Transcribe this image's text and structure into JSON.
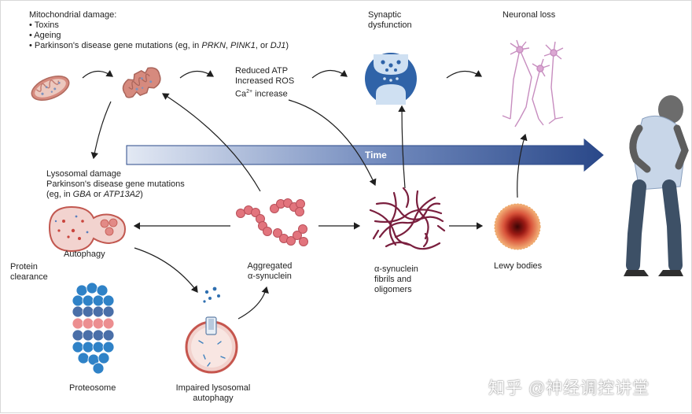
{
  "mito": {
    "title": "Mitochondrial damage:",
    "items": [
      {
        "text": "• Toxins"
      },
      {
        "text": "• Ageing"
      },
      {
        "prefix": "• Parkinson's disease gene mutations (eg, in ",
        "g1": "PRKN",
        "sep1": ", ",
        "g2": "PINK1",
        "sep2": ", or ",
        "g3": "DJ1",
        "suffix": ")"
      }
    ]
  },
  "atp": {
    "line1": "Reduced ATP",
    "line2": "Increased ROS",
    "line3_pre": "Ca",
    "line3_sup": "2+",
    "line3_post": " increase"
  },
  "synaptic": {
    "line1": "Synaptic",
    "line2": "dysfunction"
  },
  "neuronal": {
    "label": "Neuronal loss"
  },
  "time": {
    "label": "Time"
  },
  "lyso": {
    "line1": "Lysosomal damage",
    "line2": "Parkinson's disease gene mutations",
    "line3_pre": "(eg, in ",
    "g1": "GBA",
    "mid": " or ",
    "g2": "ATP13A2",
    "suffix": ")"
  },
  "autophagy": {
    "label": "Autophagy"
  },
  "protein_clearance": {
    "line1": "Protein",
    "line2": "clearance"
  },
  "aggregated": {
    "line1": "Aggregated",
    "line2": "α-synuclein"
  },
  "fibrils": {
    "line1": "α-synuclein",
    "line2": "fibrils and",
    "line3": "oligomers"
  },
  "lewy": {
    "label": "Lewy bodies"
  },
  "proteosome": {
    "label": "Proteosome"
  },
  "impaired": {
    "line1": "Impaired lysosomal",
    "line2": "autophagy"
  },
  "watermark": {
    "text": "知乎 @神经调控讲堂"
  },
  "colors": {
    "mito": "#d99286",
    "mito_inner": "#7d8fb5",
    "time_arrow_start": "#dfe6f3",
    "time_arrow_end": "#2d4a8c",
    "synapse_bg": "#2f63a8",
    "neuron": "#c88fc0",
    "aggregate": "#e0707a",
    "fibril": "#7e2040",
    "lewy_outer": "#e8924a",
    "lewy_core": "#8a1515",
    "proteo_blue": "#2f7fc4",
    "proteo_pink": "#e89090"
  },
  "icons": [
    "mitochondrion-icon",
    "damaged-mitochondrion-icon",
    "synapse-icon",
    "neurons-icon",
    "walking-patient-icon",
    "lysosome-icon",
    "aggregate-icon",
    "fibril-network-icon",
    "lewy-body-icon",
    "proteasome-icon",
    "impaired-lysosome-icon"
  ]
}
